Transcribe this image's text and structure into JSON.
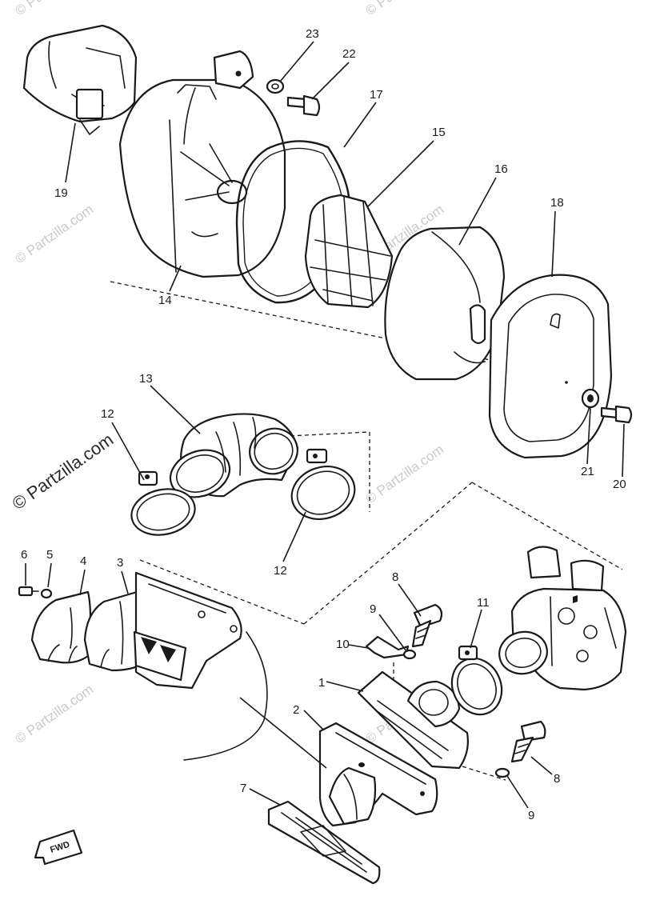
{
  "watermarks": {
    "small": "© Partzilla.com",
    "large": "© Partzilla.com"
  },
  "fwd_label": "FWD",
  "callouts": {
    "n1": "1",
    "n2": "2",
    "n3": "3",
    "n4": "4",
    "n5": "5",
    "n6": "6",
    "n7": "7",
    "n8a": "8",
    "n8b": "8",
    "n9a": "9",
    "n9b": "9",
    "n10": "10",
    "n11": "11",
    "n12a": "12",
    "n12b": "12",
    "n13": "13",
    "n14": "14",
    "n15": "15",
    "n16": "16",
    "n17": "17",
    "n18": "18",
    "n19": "19",
    "n20": "20",
    "n21": "21",
    "n22": "22",
    "n23": "23"
  }
}
